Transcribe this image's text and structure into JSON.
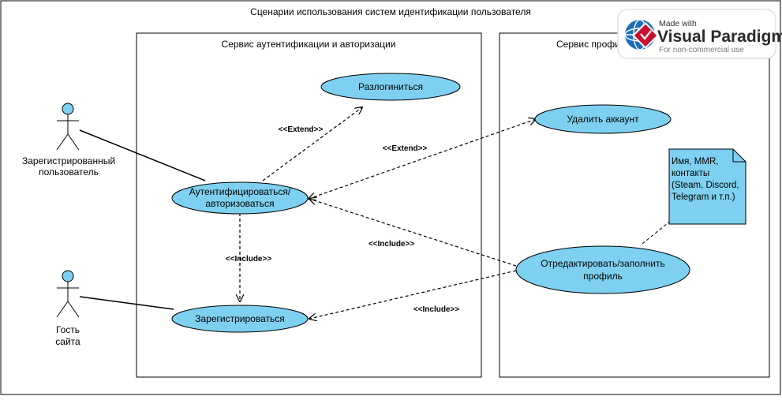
{
  "diagram": {
    "title": "Сценарии использования систем идентификации пользователя",
    "systems": {
      "auth": "Сервис аутентификации и  авторизации",
      "profile": "Сервис профиля"
    },
    "actors": {
      "registered": [
        "Зарегистрированный",
        "пользователь"
      ],
      "guest": [
        "Гость",
        "сайта"
      ]
    },
    "use_cases": {
      "logout": [
        "Разлогиниться"
      ],
      "auth": [
        "Аутентифицироваться/",
        "авторизоваться"
      ],
      "register": [
        "Зарегистрироваться"
      ],
      "delete_account": [
        "Удалить аккаунт"
      ],
      "edit_profile": [
        "Отредактировать/заполнить",
        "профиль"
      ]
    },
    "relations": {
      "extend_logout": "<<Extend>>",
      "extend_delete": "<<Extend>>",
      "include_register": "<<Include>>",
      "include_edit_auth": "<<Include>>",
      "include_edit_register": "<<Include>>"
    },
    "note": [
      "Имя, MMR,",
      "контакты",
      "(Steam, Discord,",
      "Telegram и т.п.)"
    ],
    "colors": {
      "use_case_fill": "#7dd0f0",
      "note_fill": "#7dd0f0",
      "actor_fill": "#7dd0f0",
      "badge_red": "#c8102e",
      "badge_blue": "#1d6fb8"
    }
  },
  "watermark": {
    "made_with": "Made with",
    "brand": "Visual Paradigm",
    "sub": "For non-commercial use",
    "icon": "visual-paradigm-logo-icon"
  }
}
